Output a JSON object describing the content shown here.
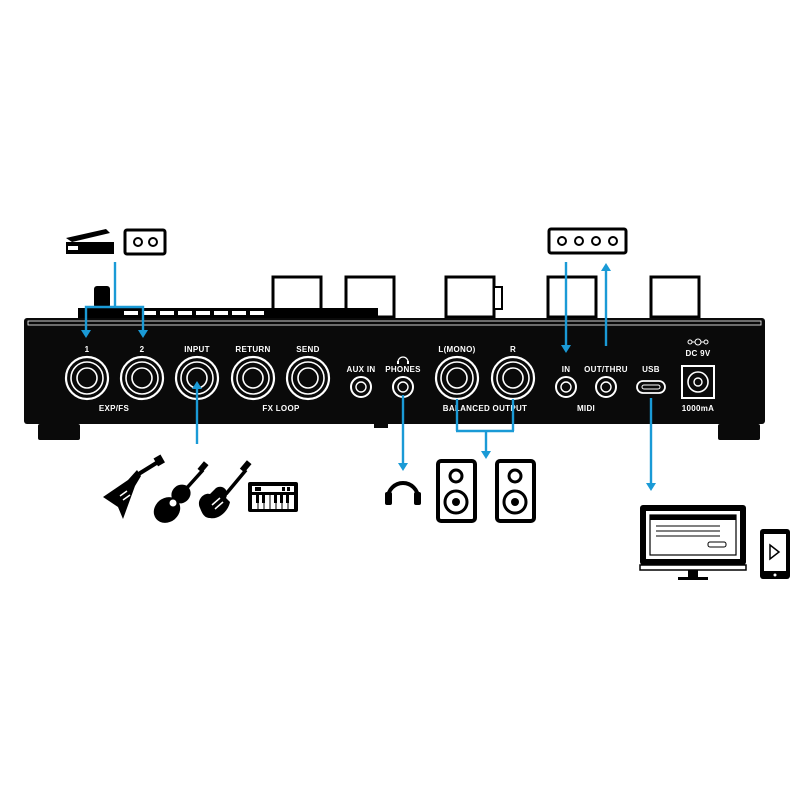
{
  "colors": {
    "panel": "#0a0a0a",
    "connector": "#1a9ad6",
    "background": "#ffffff",
    "label": "#ffffff"
  },
  "ports": {
    "exp_fs_1": "1",
    "exp_fs_2": "2",
    "exp_fs_group": "EXP/FS",
    "input": "INPUT",
    "return": "RETURN",
    "send": "SEND",
    "fx_loop_group": "FX LOOP",
    "aux_in": "AUX IN",
    "phones": "PHONES",
    "l_mono": "L(MONO)",
    "r": "R",
    "balanced_output_group": "BALANCED OUTPUT",
    "midi_in": "IN",
    "midi_out_thru": "OUT/THRU",
    "midi_group": "MIDI",
    "usb": "USB",
    "dc_9v": "DC 9V",
    "current": "1000mA"
  },
  "icons": [
    "expression-pedal-icon",
    "footswitch-icon",
    "midi-controller-icon",
    "electric-guitar-v-icon",
    "acoustic-guitar-icon",
    "electric-guitar-icon",
    "keyboard-icon",
    "headphones-icon",
    "speaker-left-icon",
    "speaker-right-icon",
    "computer-monitor-icon",
    "tablet-icon"
  ]
}
